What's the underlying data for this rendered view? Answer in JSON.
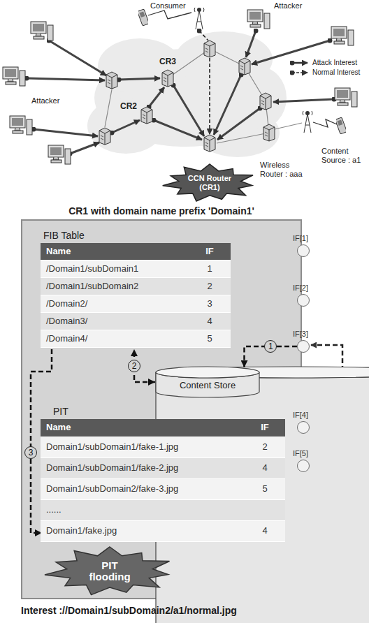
{
  "diagram": {
    "nodes": [
      {
        "text": [
          "CCN Router (CR1)"
        ]
      },
      {
        "text": [
          "CR1 with domain name prefix 'Domain1'"
        ]
      },
      {
        "text": [
          "FIB Table"
        ],
        "in": 1
      },
      {
        "text": [
          "PIT"
        ],
        "in": 1
      },
      {
        "text": [
          "Content Store"
        ],
        "in": 1
      },
      {
        "text": [
          "PIT flooding"
        ],
        "in": 1
      },
      {
        "text": [
          "IF[1]"
        ],
        "in": 1
      },
      {
        "text": [
          "IF[2]"
        ],
        "in": 1
      },
      {
        "text": [
          "IF[3]"
        ],
        "in": 1
      },
      {
        "text": [
          "IF[4]"
        ],
        "in": 1
      },
      {
        "text": [
          "IF[5]"
        ],
        "in": 1
      }
    ],
    "edges": [
      {
        "from": 8,
        "to": 4,
        "arrow": "to",
        "label": "1"
      },
      {
        "from": 4,
        "to": 2,
        "arrow": "both",
        "label": "2"
      },
      {
        "from": 2,
        "to": 3,
        "arrow": "to",
        "label": "3"
      }
    ],
    "labels": [
      "Consumer",
      "Attacker",
      "Attacker",
      "CR3",
      "CR2",
      "Wireless Router : aaa",
      "Content Source : a1",
      "Name",
      "IF",
      "/Domain1/subDomain1",
      "1",
      "/Domain1/subDomain2",
      "2",
      "/Domain2/",
      "3",
      "/Domain3/",
      "4",
      "/Domain4/",
      "5",
      "Name",
      "IF",
      "Domain1/subDomain1/fake-1.jpg",
      "2",
      "Domain1/subDomain1/fake-2.jpg",
      "4",
      "Domain1/subDomain2/fake-3.jpg",
      "5",
      "......",
      "Domain1/fake.jpg",
      "4",
      "Interest ://Domain1/subDomain2/a1/normal.jpg"
    ],
    "legend": [
      {
        "text": "Attack Interest"
      },
      {
        "text": "Normal Interest"
      }
    ]
  }
}
